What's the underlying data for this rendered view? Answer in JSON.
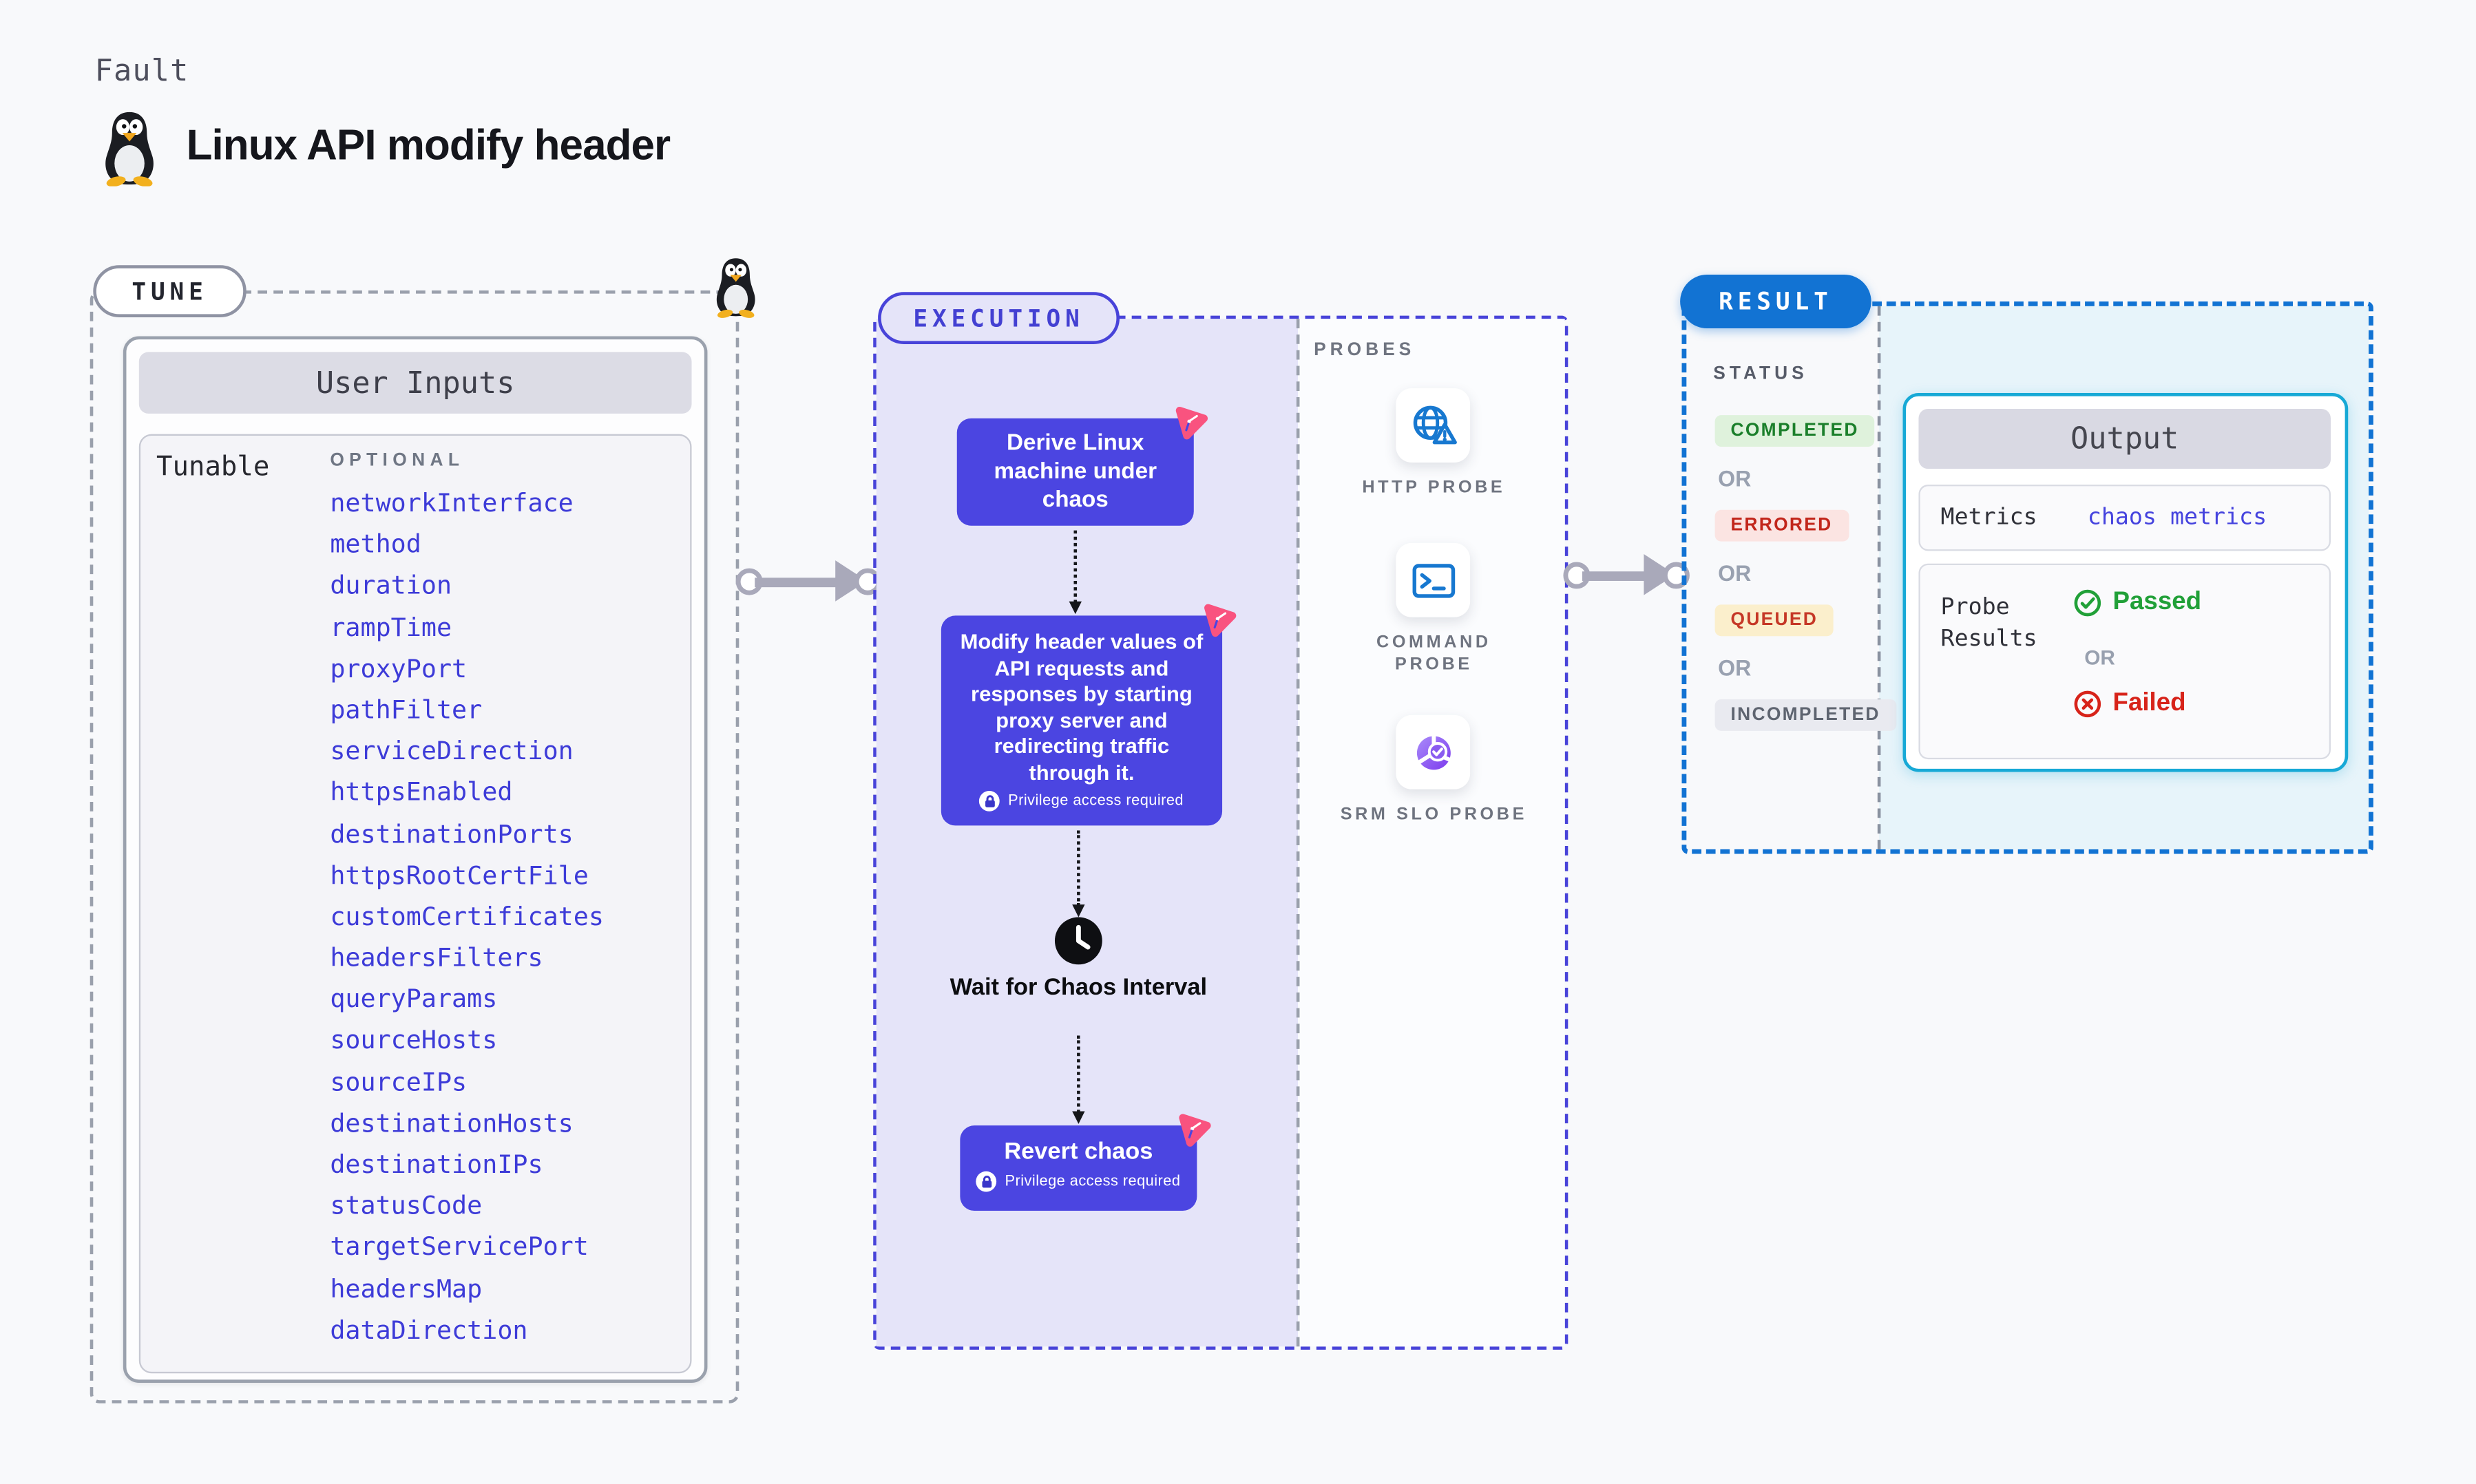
{
  "page": {
    "kicker": "Fault",
    "title": "Linux API modify header"
  },
  "tune": {
    "badge": "TUNE",
    "card_title": "User Inputs",
    "row_label": "Tunable",
    "column_label": "OPTIONAL",
    "tunables": [
      "networkInterface",
      "method",
      "duration",
      "rampTime",
      "proxyPort",
      "pathFilter",
      "serviceDirection",
      "httpsEnabled",
      "destinationPorts",
      "httpsRootCertFile",
      "customCertificates",
      "headersFilters",
      "queryParams",
      "sourceHosts",
      "sourceIPs",
      "destinationHosts",
      "destinationIPs",
      "statusCode",
      "targetServicePort",
      "headersMap",
      "dataDirection"
    ]
  },
  "execution": {
    "badge": "EXECUTION",
    "privilege_note": "Privilege access required",
    "steps": [
      {
        "label": "Derive Linux machine under chaos"
      },
      {
        "label": "Modify header values of API requests and responses by starting proxy server and redirecting traffic through it."
      },
      {
        "label": "Wait for Chaos Interval"
      },
      {
        "label": "Revert chaos"
      }
    ]
  },
  "probes": {
    "title": "PROBES",
    "items": [
      {
        "label": "HTTP PROBE",
        "icon": "globe-alert-icon"
      },
      {
        "label": "COMMAND PROBE",
        "icon": "terminal-icon"
      },
      {
        "label": "SRM SLO PROBE",
        "icon": "slo-pie-icon"
      }
    ]
  },
  "result": {
    "badge": "RESULT",
    "status_label": "STATUS",
    "or_label": "OR",
    "statuses": [
      {
        "label": "COMPLETED",
        "text_color": "#1b7f2b",
        "bg_color": "#dff2dc"
      },
      {
        "label": "ERRORED",
        "text_color": "#c2261b",
        "bg_color": "#fbe4e2"
      },
      {
        "label": "QUEUED",
        "text_color": "#c53726",
        "bg_color": "#fbefcc"
      },
      {
        "label": "INCOMPLETED",
        "text_color": "#5e6470",
        "bg_color": "#e9eaf0"
      }
    ],
    "output": {
      "title": "Output",
      "metrics_label": "Metrics",
      "metrics_value": "chaos metrics",
      "probe_results_label": "Probe Results",
      "or_label": "OR",
      "passed_label": "Passed",
      "failed_label": "Failed"
    }
  },
  "colors": {
    "accent_indigo": "#4b45e1",
    "lavender_panel": "#e5e4f9",
    "accent_pink": "#f9537f",
    "result_blue": "#1273d3",
    "output_border_cyan": "#17a9d6",
    "link_blue": "#3d3bd8",
    "probe_icon_blue": "#1778d0",
    "srm_purple": "#8a5cf0",
    "passed_green": "#21a038",
    "failed_red": "#d7231a"
  }
}
